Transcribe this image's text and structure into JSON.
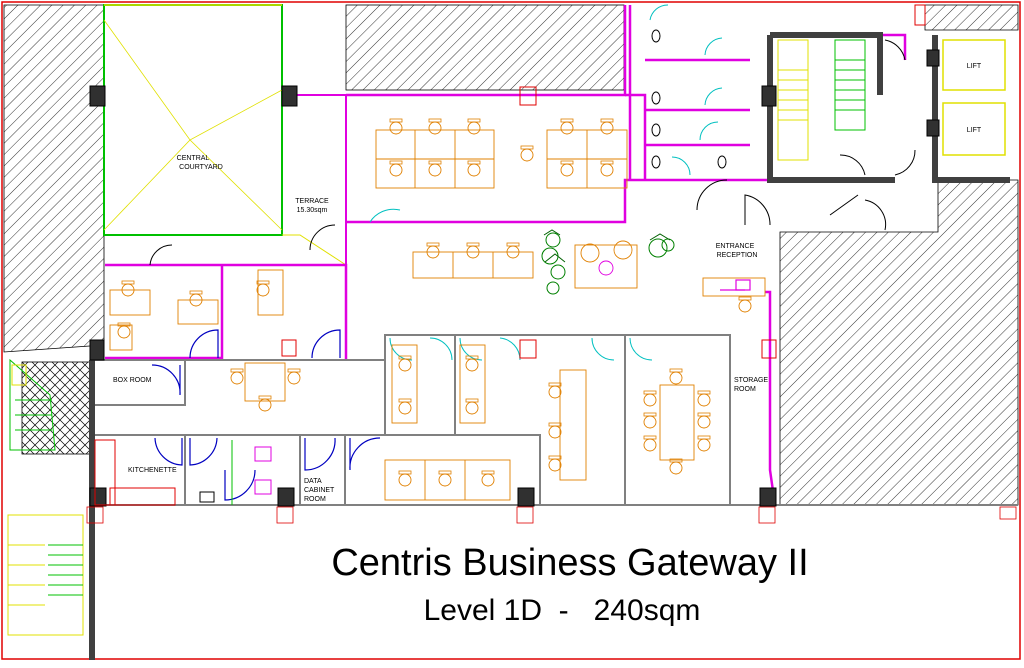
{
  "title": "Centris Business Gateway II",
  "subtitle": "Level 1D  -   240sqm",
  "rooms": {
    "courtyard_line1": "CENTRAL",
    "courtyard_line2": "COURTYARD",
    "terrace_line1": "TERRACE",
    "terrace_line2": "15.30sqm",
    "entrance_line1": "ENTRANCE",
    "entrance_line2": "RECEPTION",
    "storage_line1": "STORAGE",
    "storage_line2": "ROOM",
    "box_room": "BOX ROOM",
    "kitchenette": "KITCHENETTE",
    "data_line1": "DATA",
    "data_line2": "CABINET",
    "data_line3": "ROOM",
    "lift_1": "LIFT",
    "lift_2": "LIFT"
  },
  "colors": {
    "hatch": "#000000",
    "wall_magenta": "#e000e0",
    "wall_gray": "#808080",
    "column": "#000000",
    "furniture": "#e08000",
    "plant": "#008000",
    "stairs_green": "#00c000",
    "stairs_yellow": "#e0e000",
    "door_blue": "#0000c0",
    "door_cyan": "#00c0c0",
    "red_box": "#e00000"
  }
}
